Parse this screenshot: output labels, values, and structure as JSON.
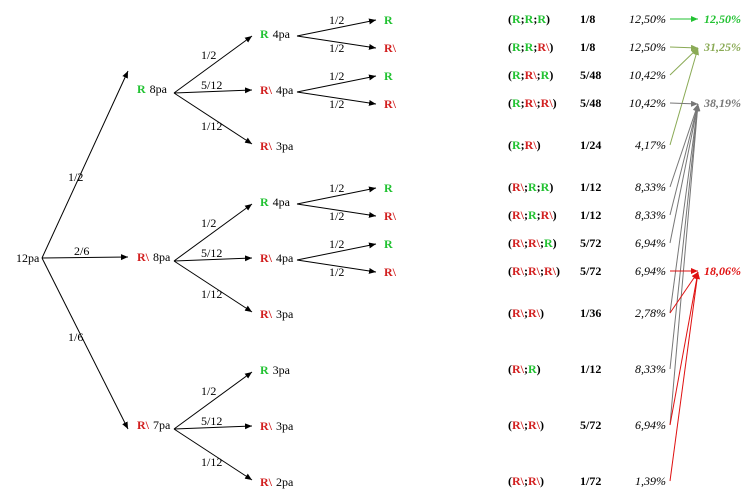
{
  "colors": {
    "green": "#22c232",
    "red": "#d22020",
    "olive": "#8aaa55",
    "gray": "#777777",
    "black": "#000000"
  },
  "root": "12pa",
  "l1": [
    {
      "sym": "R",
      "tok": "g",
      "count": "8pa",
      "prob": "1/2"
    },
    {
      "sym": "R\\",
      "tok": "r",
      "count": "8pa",
      "prob": "2/6"
    },
    {
      "sym": "R\\",
      "tok": "r",
      "count": "7pa",
      "prob": "1/6"
    }
  ],
  "l2": [
    {
      "sym": "R",
      "tok": "g",
      "count": "4pa",
      "prob": "1/2"
    },
    {
      "sym": "R\\",
      "tok": "r",
      "count": "4pa",
      "prob": "5/12"
    },
    {
      "sym": "R\\",
      "tok": "r",
      "count": "3pa",
      "prob": "1/12"
    },
    {
      "sym": "R",
      "tok": "g",
      "count": "4pa",
      "prob": "1/2"
    },
    {
      "sym": "R\\",
      "tok": "r",
      "count": "4pa",
      "prob": "5/12"
    },
    {
      "sym": "R\\",
      "tok": "r",
      "count": "3pa",
      "prob": "1/12"
    },
    {
      "sym": "R",
      "tok": "g",
      "count": "3pa",
      "prob": "1/2"
    },
    {
      "sym": "R\\",
      "tok": "r",
      "count": "3pa",
      "prob": "5/12"
    },
    {
      "sym": "R\\",
      "tok": "r",
      "count": "2pa",
      "prob": "1/12"
    }
  ],
  "l3": [
    {
      "sym": "R",
      "tok": "g",
      "prob": "1/2"
    },
    {
      "sym": "R\\",
      "tok": "r",
      "prob": "1/2"
    },
    {
      "sym": "R",
      "tok": "g",
      "prob": "1/2"
    },
    {
      "sym": "R\\",
      "tok": "r",
      "prob": "1/2"
    },
    {
      "sym": "R",
      "tok": "g",
      "prob": "1/2"
    },
    {
      "sym": "R\\",
      "tok": "r",
      "prob": "1/2"
    },
    {
      "sym": "R",
      "tok": "g",
      "prob": "1/2"
    },
    {
      "sym": "R\\",
      "tok": "r",
      "prob": "1/2"
    }
  ],
  "outcomes": [
    {
      "seq": [
        "g",
        "g",
        "g"
      ],
      "frac": "1/8",
      "pct": "12,50%"
    },
    {
      "seq": [
        "g",
        "g",
        "r"
      ],
      "frac": "1/8",
      "pct": "12,50%"
    },
    {
      "seq": [
        "g",
        "r",
        "g"
      ],
      "frac": "5/48",
      "pct": "10,42%"
    },
    {
      "seq": [
        "g",
        "r",
        "r"
      ],
      "frac": "5/48",
      "pct": "10,42%"
    },
    {
      "seq": [
        "g",
        "r"
      ],
      "frac": "1/24",
      "pct": "4,17%"
    },
    {
      "seq": [
        "r",
        "g",
        "g"
      ],
      "frac": "1/12",
      "pct": "8,33%"
    },
    {
      "seq": [
        "r",
        "g",
        "r"
      ],
      "frac": "1/12",
      "pct": "8,33%"
    },
    {
      "seq": [
        "r",
        "r",
        "g"
      ],
      "frac": "5/72",
      "pct": "6,94%"
    },
    {
      "seq": [
        "r",
        "r",
        "r"
      ],
      "frac": "5/72",
      "pct": "6,94%"
    },
    {
      "seq": [
        "r",
        "r"
      ],
      "frac": "1/36",
      "pct": "2,78%"
    },
    {
      "seq": [
        "r",
        "g"
      ],
      "frac": "1/12",
      "pct": "8,33%"
    },
    {
      "seq": [
        "r",
        "r"
      ],
      "frac": "5/72",
      "pct": "6,94%"
    },
    {
      "seq": [
        "r",
        "r"
      ],
      "frac": "1/72",
      "pct": "1,39%"
    }
  ],
  "totals": [
    {
      "value": "12,50%",
      "color": "green"
    },
    {
      "value": "31,25%",
      "color": "olive"
    },
    {
      "value": "38,19%",
      "color": "gray"
    },
    {
      "value": "18,06%",
      "color": "red"
    }
  ]
}
